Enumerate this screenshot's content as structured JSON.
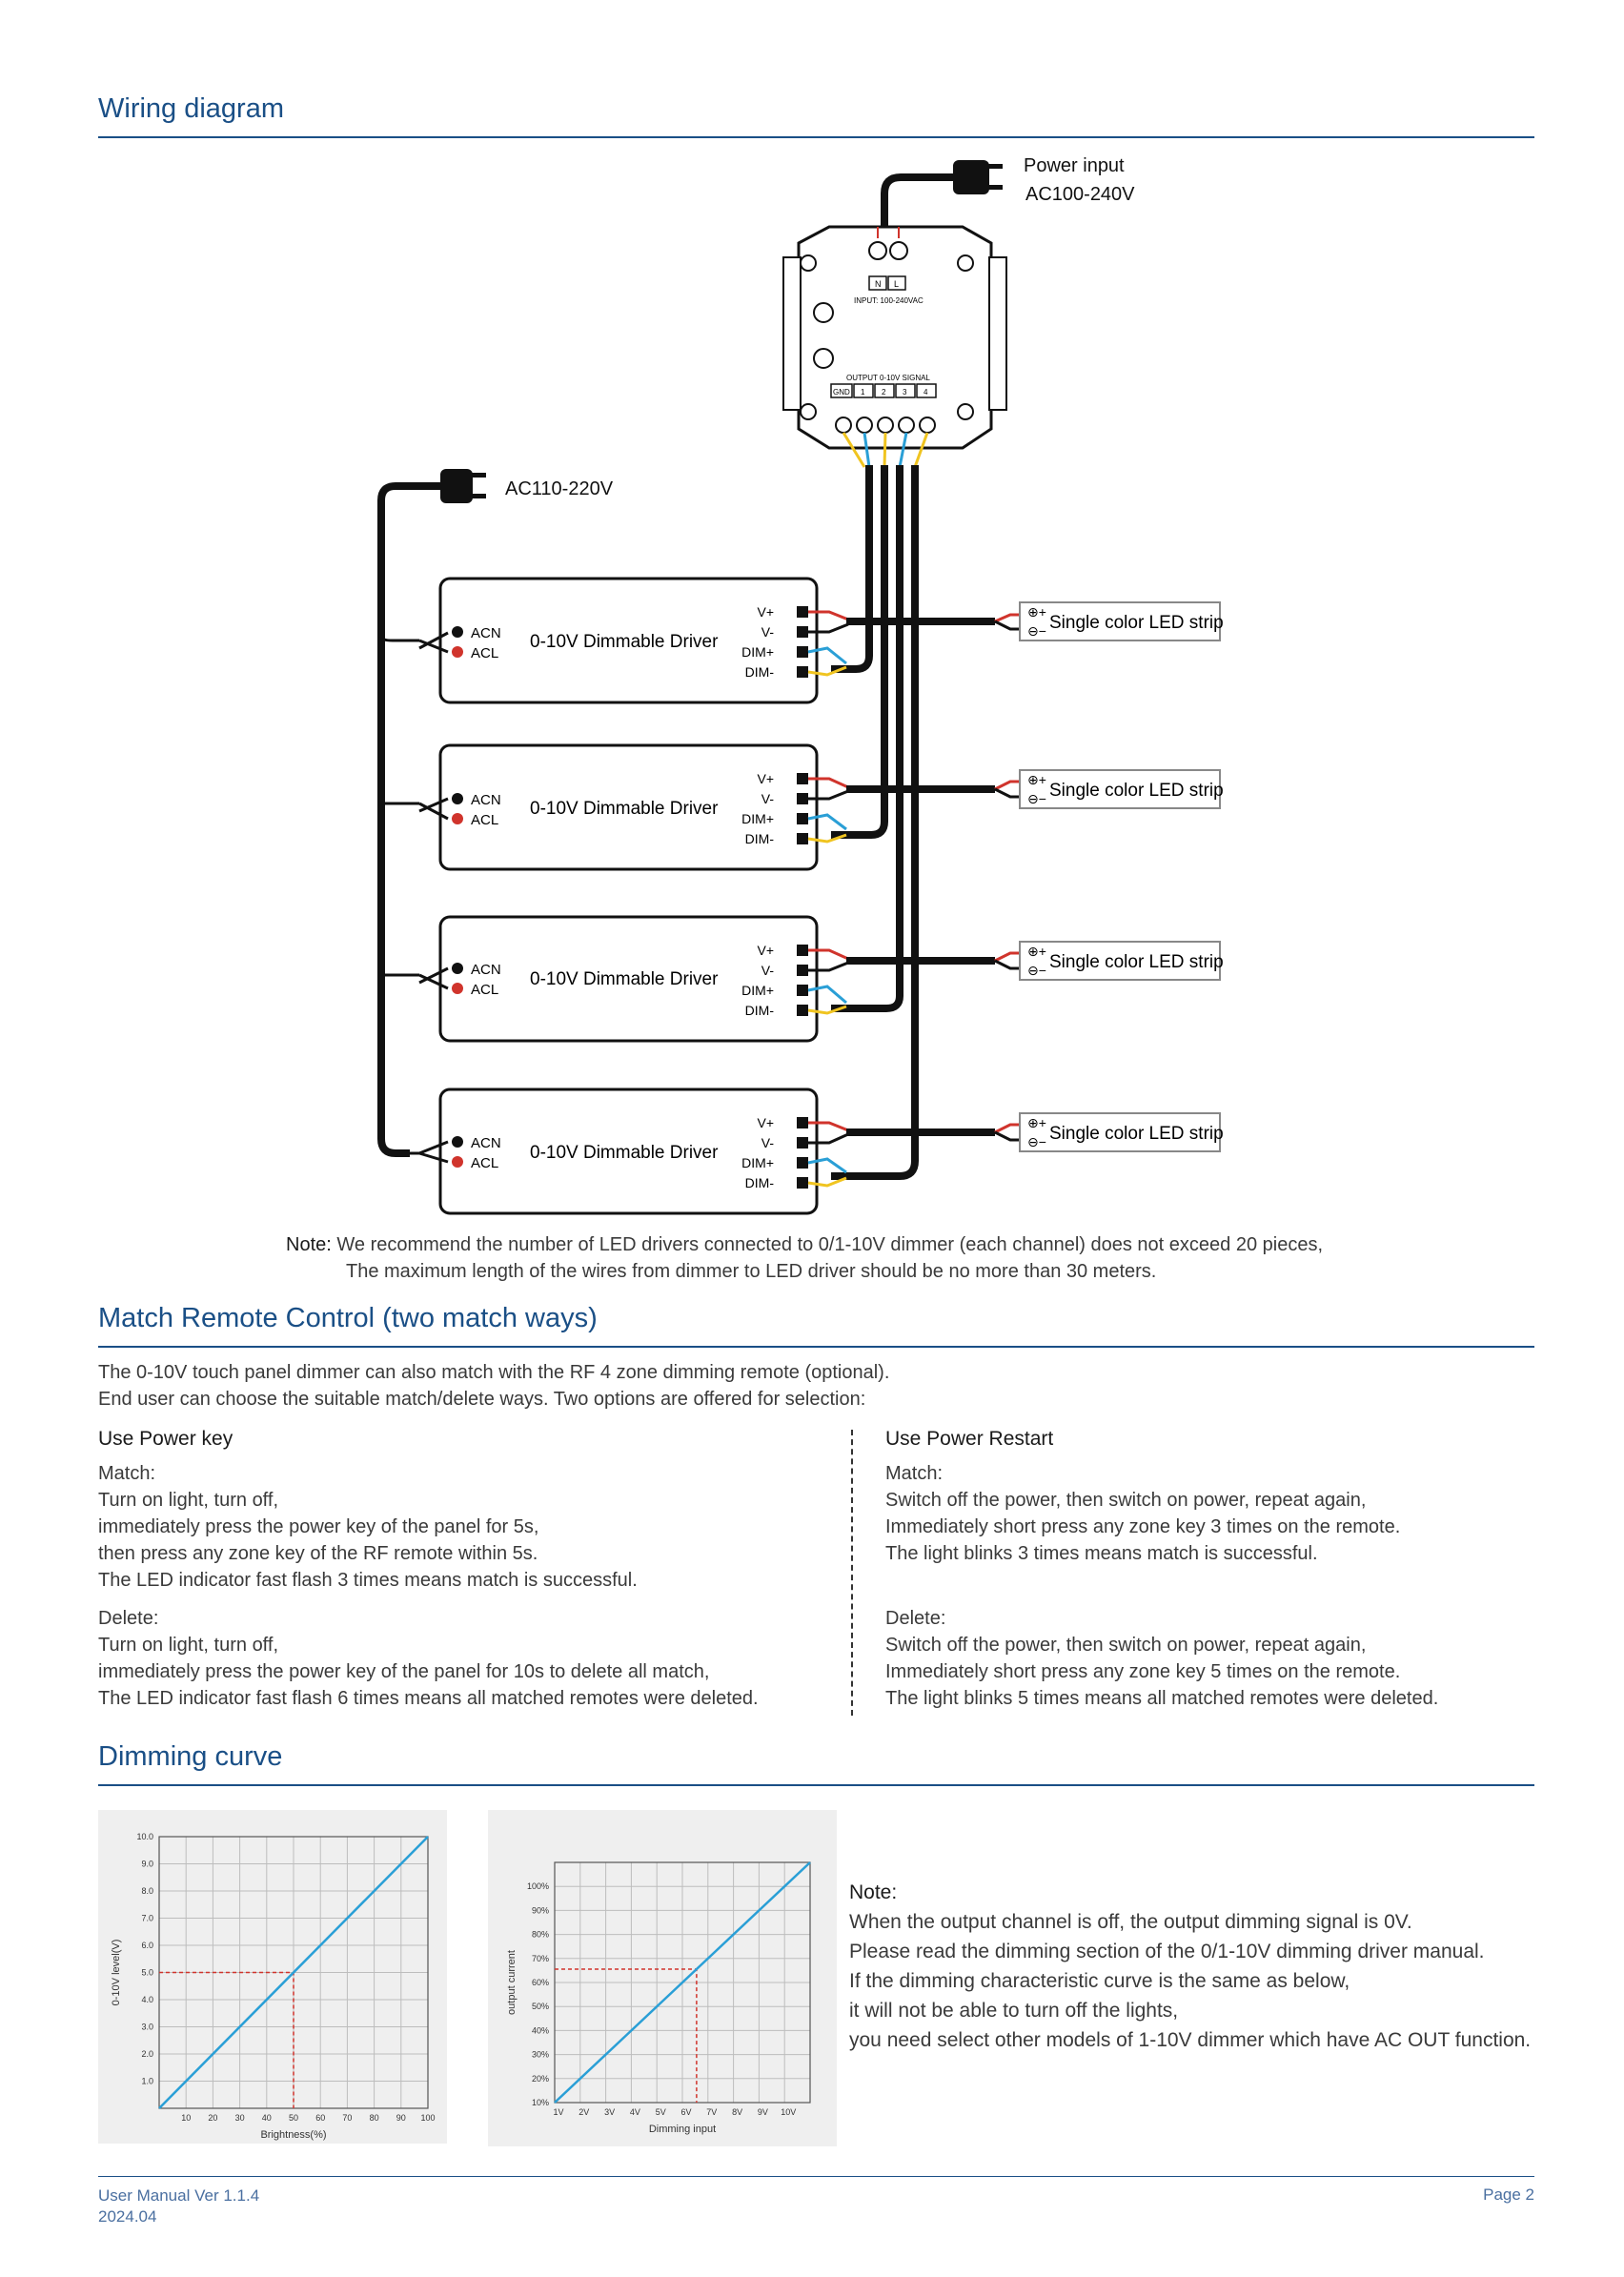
{
  "sections": {
    "wiring": "Wiring diagram",
    "match": "Match Remote Control (two match ways)",
    "dimming": "Dimming curve"
  },
  "wiring": {
    "power_input_label": "Power input",
    "power_input_voltage": "AC100-240V",
    "mains_label": "AC110-220V",
    "dimmer_terminals": [
      "N",
      "L"
    ],
    "dimmer_input_text": "INPUT: 100-240VAC",
    "dimmer_output_text": "OUTPUT 0-10V SIGNAL",
    "dimmer_output_terms": [
      "GND",
      "1",
      "2",
      "3",
      "4"
    ],
    "driver_title": "0-10V Dimmable Driver",
    "driver_ac": [
      "ACN",
      "ACL"
    ],
    "driver_out": [
      "V+",
      "V-",
      "DIM+",
      "DIM-"
    ],
    "strip_label": "Single color LED strip",
    "note_prefix": "Note:",
    "note_line1": "We recommend the number of LED drivers connected to 0/1-10V dimmer (each channel) does not exceed 20 pieces,",
    "note_line2": "The maximum length of the wires from dimmer to LED driver should be no more than 30 meters."
  },
  "match": {
    "intro1": "The 0-10V touch panel dimmer can also match with the RF 4 zone dimming remote (optional).",
    "intro2": "End user can choose the suitable match/delete ways. Two options are offered for selection:",
    "left": {
      "title": "Use Power key",
      "match_label": "Match:",
      "match_lines": [
        "Turn on light, turn off,",
        "immediately press the power key of the panel for 5s,",
        "then press any zone key of the RF remote within 5s.",
        "The LED indicator fast flash 3 times means match is successful."
      ],
      "delete_label": "Delete:",
      "delete_lines": [
        "Turn on light, turn off,",
        "immediately press the power key of the panel for 10s to delete all match,",
        "The LED indicator fast flash 6 times means all matched remotes were deleted."
      ]
    },
    "right": {
      "title": "Use Power Restart",
      "match_label": "Match:",
      "match_lines": [
        "Switch off the power, then switch on power, repeat again,",
        "Immediately short press any zone key 3 times on the remote.",
        "The light blinks 3 times means match is successful."
      ],
      "delete_label": "Delete:",
      "delete_lines": [
        "Switch off the power, then switch on power, repeat again,",
        "Immediately short press any zone key 5 times on the remote.",
        "The light blinks 5 times means all matched remotes were deleted."
      ]
    }
  },
  "dimming_note": {
    "title": "Note:",
    "lines": [
      "When the output channel is off, the output dimming signal is 0V.",
      "Please read the dimming section of the 0/1-10V dimming driver manual.",
      "If the dimming characteristic curve is the same as below,",
      "it will not be able to turn off the lights,",
      "you need select other models of 1-10V dimmer which have AC OUT function."
    ]
  },
  "chart_data": [
    {
      "type": "line",
      "title": "",
      "xlabel": "Brightness(%)",
      "ylabel": "0-10V level(V)",
      "x_ticks": [
        "10",
        "20",
        "30",
        "40",
        "50",
        "60",
        "70",
        "80",
        "90",
        "100"
      ],
      "y_ticks": [
        "1.0",
        "2.0",
        "3.0",
        "4.0",
        "5.0",
        "6.0",
        "7.0",
        "8.0",
        "9.0",
        "10.0"
      ],
      "xlim": [
        0,
        100
      ],
      "ylim": [
        0,
        10
      ],
      "grid": true,
      "series": [
        {
          "x": [
            0,
            100
          ],
          "y": [
            0,
            10
          ]
        }
      ],
      "marker": {
        "x": 50,
        "y": 5.0
      },
      "line_color": "#2a9fd6",
      "marker_color": "#d0342c"
    },
    {
      "type": "line",
      "title": "",
      "xlabel": "Dimming input",
      "ylabel": "output current",
      "x_ticks": [
        "1V",
        "2V",
        "3V",
        "4V",
        "5V",
        "6V",
        "7V",
        "8V",
        "9V",
        "10V"
      ],
      "y_ticks": [
        "10%",
        "20%",
        "30%",
        "40%",
        "50%",
        "60%",
        "70%",
        "80%",
        "90%",
        "100%"
      ],
      "xlim": [
        1,
        10
      ],
      "ylim": [
        10,
        100
      ],
      "grid": true,
      "series": [
        {
          "x": [
            1,
            10
          ],
          "y": [
            10,
            100
          ]
        }
      ],
      "marker": {
        "x": 6,
        "y": 60
      },
      "line_color": "#2a9fd6",
      "marker_color": "#d0342c"
    }
  ],
  "footer": {
    "manual": "User Manual Ver 1.1.4",
    "date": "2024.04",
    "page": "Page 2"
  }
}
